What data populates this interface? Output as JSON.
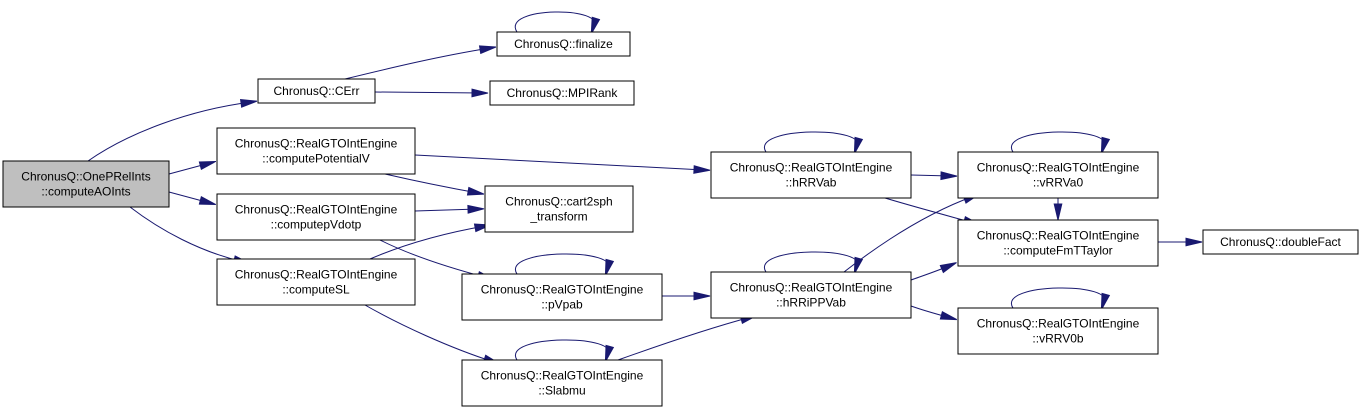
{
  "graph": {
    "edge_color": "#191970",
    "root_fill": "#bfbfbf",
    "nodes": [
      {
        "id": "root",
        "lines": [
          "ChronusQ::OnePRelInts",
          "::computeAOInts"
        ],
        "root": true
      },
      {
        "id": "cerr",
        "lines": [
          "ChronusQ::CErr"
        ]
      },
      {
        "id": "finalize",
        "lines": [
          "ChronusQ::finalize"
        ]
      },
      {
        "id": "mpirank",
        "lines": [
          "ChronusQ::MPIRank"
        ]
      },
      {
        "id": "computePotentialV",
        "lines": [
          "ChronusQ::RealGTOIntEngine",
          "::computePotentialV"
        ]
      },
      {
        "id": "computepVdotp",
        "lines": [
          "ChronusQ::RealGTOIntEngine",
          "::computepVdotp"
        ]
      },
      {
        "id": "computeSL",
        "lines": [
          "ChronusQ::RealGTOIntEngine",
          "::computeSL"
        ]
      },
      {
        "id": "cart2sph",
        "lines": [
          "ChronusQ::cart2sph",
          "_transform"
        ]
      },
      {
        "id": "pVpab",
        "lines": [
          "ChronusQ::RealGTOIntEngine",
          "::pVpab"
        ]
      },
      {
        "id": "Slabmu",
        "lines": [
          "ChronusQ::RealGTOIntEngine",
          "::Slabmu"
        ]
      },
      {
        "id": "hRRVab",
        "lines": [
          "ChronusQ::RealGTOIntEngine",
          "::hRRVab"
        ]
      },
      {
        "id": "hRRiPPVab",
        "lines": [
          "ChronusQ::RealGTOIntEngine",
          "::hRRiPPVab"
        ]
      },
      {
        "id": "vRRVa0",
        "lines": [
          "ChronusQ::RealGTOIntEngine",
          "::vRRVa0"
        ]
      },
      {
        "id": "computeFmTTaylor",
        "lines": [
          "ChronusQ::RealGTOIntEngine",
          "::computeFmTTaylor"
        ]
      },
      {
        "id": "vRRV0b",
        "lines": [
          "ChronusQ::RealGTOIntEngine",
          "::vRRV0b"
        ]
      },
      {
        "id": "doubleFact",
        "lines": [
          "ChronusQ::doubleFact"
        ]
      }
    ],
    "edges": [
      {
        "from": "root",
        "to": "cerr"
      },
      {
        "from": "root",
        "to": "computePotentialV"
      },
      {
        "from": "root",
        "to": "computepVdotp"
      },
      {
        "from": "root",
        "to": "computeSL"
      },
      {
        "from": "cerr",
        "to": "finalize"
      },
      {
        "from": "cerr",
        "to": "mpirank"
      },
      {
        "from": "finalize",
        "to": "finalize"
      },
      {
        "from": "computePotentialV",
        "to": "cart2sph"
      },
      {
        "from": "computePotentialV",
        "to": "hRRVab"
      },
      {
        "from": "computepVdotp",
        "to": "cart2sph"
      },
      {
        "from": "computepVdotp",
        "to": "pVpab"
      },
      {
        "from": "computeSL",
        "to": "cart2sph"
      },
      {
        "from": "computeSL",
        "to": "Slabmu"
      },
      {
        "from": "pVpab",
        "to": "pVpab"
      },
      {
        "from": "pVpab",
        "to": "hRRiPPVab"
      },
      {
        "from": "Slabmu",
        "to": "Slabmu"
      },
      {
        "from": "Slabmu",
        "to": "hRRiPPVab"
      },
      {
        "from": "hRRVab",
        "to": "hRRVab"
      },
      {
        "from": "hRRVab",
        "to": "vRRVa0"
      },
      {
        "from": "hRRVab",
        "to": "computeFmTTaylor"
      },
      {
        "from": "hRRiPPVab",
        "to": "hRRiPPVab"
      },
      {
        "from": "hRRiPPVab",
        "to": "vRRVa0"
      },
      {
        "from": "hRRiPPVab",
        "to": "computeFmTTaylor"
      },
      {
        "from": "hRRiPPVab",
        "to": "vRRV0b"
      },
      {
        "from": "vRRVa0",
        "to": "vRRVa0"
      },
      {
        "from": "vRRVa0",
        "to": "computeFmTTaylor"
      },
      {
        "from": "vRRV0b",
        "to": "vRRV0b"
      },
      {
        "from": "computeFmTTaylor",
        "to": "doubleFact"
      }
    ]
  }
}
